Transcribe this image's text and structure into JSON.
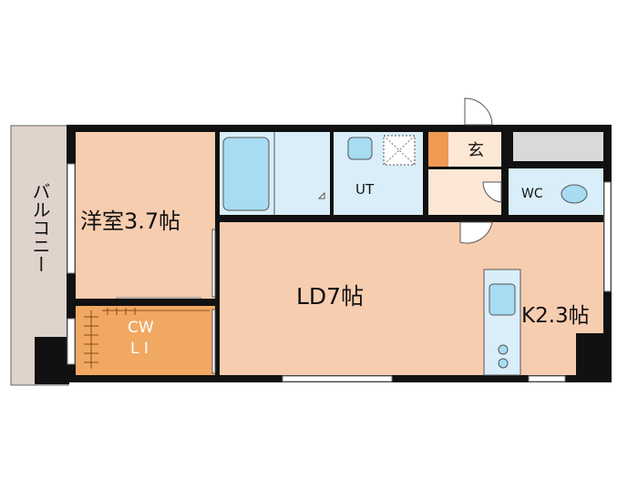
{
  "rooms": {
    "balcony": "バルコニー",
    "western_room": "洋室3.7帖",
    "ld": "LD7帖",
    "kitchen": "K2.3帖",
    "cwl_line1": "CW",
    "cwl_line2": "L I",
    "unit_bath_utility": "UT",
    "entrance": "玄",
    "toilet": "WC"
  },
  "colors": {
    "wall": "#111111",
    "balcony": "#dfd3cc",
    "room_floor": "#f7cdb0",
    "closet_floor": "#f1a863",
    "wet_area": "#d9eef9",
    "fixture": "#a7dcf3",
    "entrance_floor": "#ee9a52",
    "hall_floor": "#fde8d6",
    "storage": "#d9d9d9"
  },
  "icons": [
    "bathtub-icon",
    "washbasin-icon",
    "washing-machine-icon",
    "toilet-icon",
    "sink-icon",
    "stove-icon",
    "door-icon"
  ]
}
